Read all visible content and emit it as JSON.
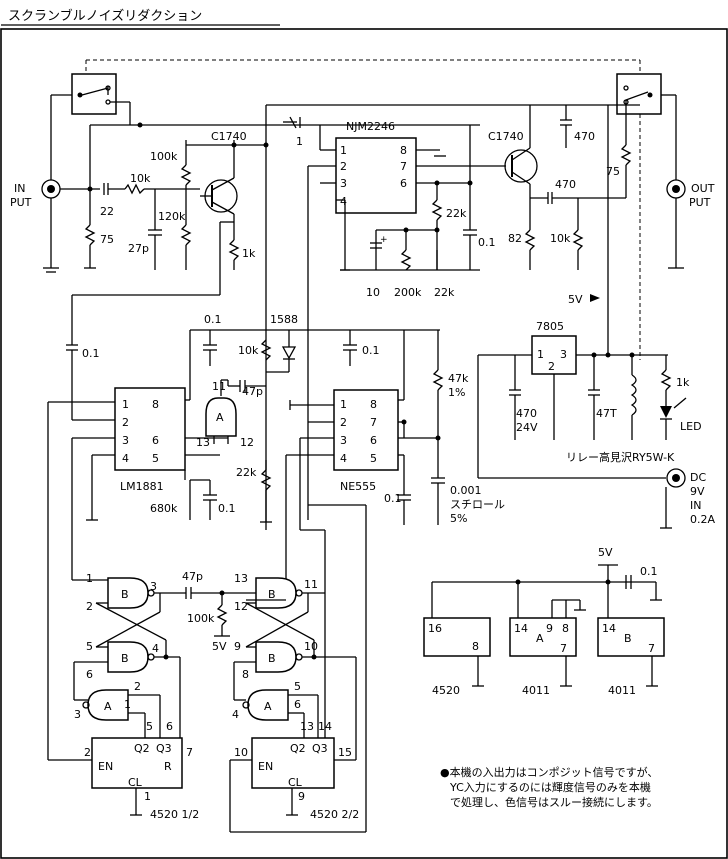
{
  "title": "スクランブルノイズリダクション",
  "io": {
    "in_label": [
      "IN",
      "PUT"
    ],
    "out_label": [
      "OUT",
      "PUT"
    ],
    "dc_label": [
      "DC",
      "9V",
      "IN",
      "0.2A"
    ],
    "v5_top": "5V",
    "v5_arrow": "5V",
    "v5_bot": "5V",
    "v5_logic": "5V"
  },
  "ics": {
    "njm2246": {
      "name": "NJM2246",
      "pins": [
        "1",
        "2",
        "3",
        "4",
        "8",
        "7",
        "6"
      ]
    },
    "lm1881": {
      "name": "LM1881",
      "pins": [
        "1",
        "2",
        "3",
        "4",
        "8",
        "6",
        "5"
      ]
    },
    "ne555": {
      "name": "NE555",
      "pins": [
        "1",
        "2",
        "3",
        "4",
        "8",
        "7",
        "6",
        "5"
      ]
    },
    "reg": {
      "name": "7805",
      "pins": [
        "1",
        "2",
        "3"
      ]
    },
    "gate_a_mid": {
      "label": "A",
      "pins": [
        "11",
        "13",
        "12"
      ]
    },
    "gate_b1": {
      "label": "B",
      "pins": [
        "1",
        "2",
        "3"
      ]
    },
    "gate_b2": {
      "label": "B",
      "pins": [
        "5",
        "4"
      ]
    },
    "gate_b3": {
      "label": "B",
      "pins": [
        "13",
        "12",
        "11"
      ]
    },
    "gate_b4": {
      "label": "B",
      "pins": [
        "9",
        "10"
      ]
    },
    "gate_a1": {
      "label": "A",
      "pins": [
        "6",
        "2",
        "3",
        "1"
      ]
    },
    "gate_a2": {
      "label": "A",
      "pins": [
        "8",
        "5",
        "4",
        "6"
      ]
    },
    "cnt1": {
      "name": "4520 1/2",
      "pins": [
        "2",
        "EN",
        "Q2",
        "Q3",
        "R",
        "CL",
        "7",
        "5",
        "6",
        "1"
      ]
    },
    "cnt2": {
      "name": "4520 2/2",
      "pins": [
        "10",
        "EN",
        "Q2",
        "Q3",
        "CL",
        "15",
        "13",
        "14",
        "9"
      ]
    },
    "p4520": {
      "name": "4520",
      "pins": [
        "16",
        "8"
      ]
    },
    "p4011a": {
      "name": "4011",
      "pins": [
        "14",
        "A",
        "9",
        "8",
        "7"
      ]
    },
    "p4011b": {
      "name": "4011",
      "pins": [
        "14",
        "B",
        "7"
      ]
    }
  },
  "parts": {
    "c1740_a": "C1740",
    "c1740_b": "C1740",
    "r100k_a": "100k",
    "r10k_a": "10k",
    "c22": "22",
    "r75_in": "75",
    "c27p": "27p",
    "r120k": "120k",
    "r1k_a": "1k",
    "c1_top": "1",
    "c470_a": "470",
    "c470_b": "470",
    "r75_out": "75",
    "r22k_a": "22k",
    "c01_a": "0.1",
    "r82": "82",
    "r10k_b": "10k",
    "c10": "10",
    "r200k": "200k",
    "r22k_b": "22k",
    "c01_b": "0.1",
    "c01_c": "0.1",
    "c01_d": "0.1",
    "d1588": "1588",
    "r10k_c": "10k",
    "c47p_a": "47p",
    "r47k": [
      "47k",
      "1%"
    ],
    "r22k_c": "22k",
    "r680k": "680k",
    "c01_e": "0.1",
    "c01_f": "0.1",
    "c0001": [
      "0.001",
      "スチロール",
      "5%"
    ],
    "c470_24": [
      "470",
      "24V"
    ],
    "c47t": "47T",
    "r1k_b": "1k",
    "led": "LED",
    "relay": "リレー高見沢RY5W-K",
    "c47p_b": "47p",
    "r100k_b": "100k",
    "c01_g": "0.1"
  },
  "note": [
    "●本機の入出力はコンポジット信号ですが、",
    "YC入力にするのには輝度信号のみを本機",
    "で処理し、色信号はスルー接続にします。"
  ]
}
